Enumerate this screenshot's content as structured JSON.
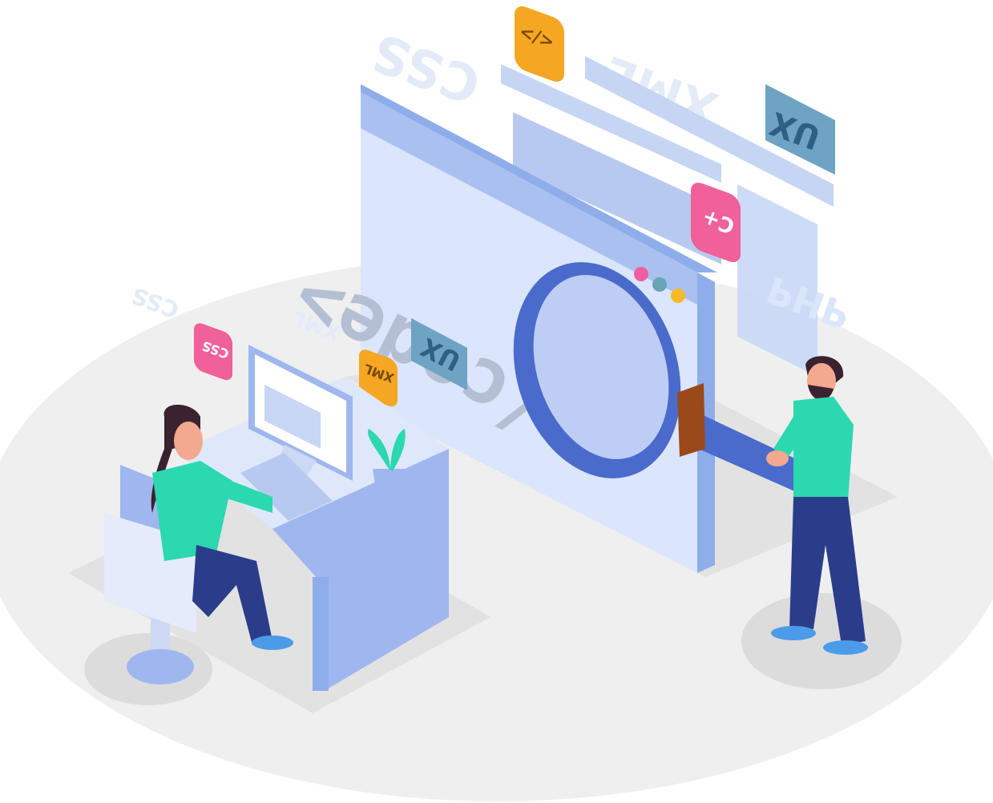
{
  "labels": {
    "big_code": "</code>",
    "css_float": "CSS",
    "xml_float": "XML",
    "php_float": "PHP",
    "ux_top": "UX",
    "ux_window": "UX",
    "css_small_float": "CSS",
    "xml_small_float": "XML",
    "badge_code_tag": "</>",
    "badge_cplus": "C+",
    "badge_css": "CSS",
    "badge_xml": "XML"
  },
  "colors": {
    "floor": "#efefef",
    "shadow": "#dcdcdc",
    "panel_light": "#cfdcf8",
    "panel_mid": "#9fb7ee",
    "panel_dark": "#7f9de3",
    "loupe_ring": "#4a6bcc",
    "handle_brown": "#9a4a1a",
    "shirt_teal": "#2bd8b0",
    "pants_navy": "#2b3d8a",
    "badge_orange": "#f5a623",
    "badge_pink": "#f0609a",
    "ux_box": "#6ea3c4",
    "dot_pink": "#ee5ea0",
    "dot_teal": "#6aa5b5",
    "dot_yellow": "#f5b92a"
  }
}
